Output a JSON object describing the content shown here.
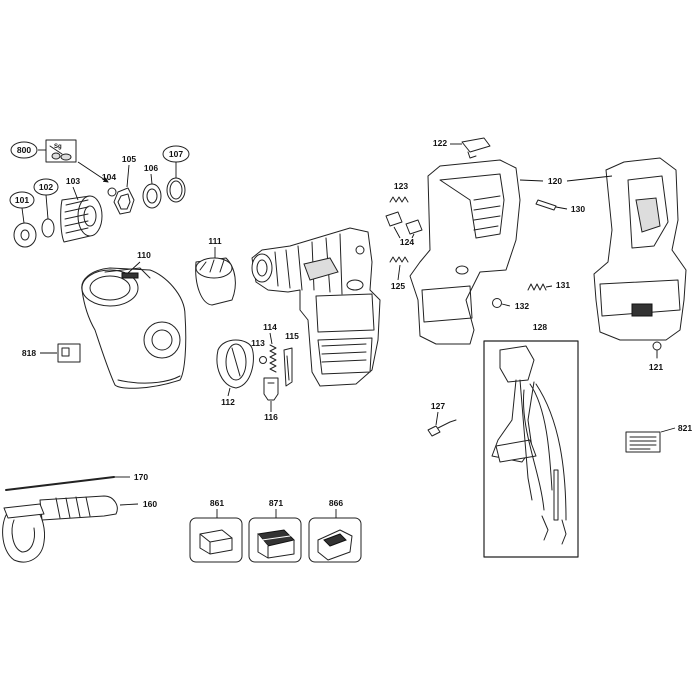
{
  "labels": {
    "p800": "800",
    "p101": "101",
    "p102": "102",
    "p103": "103",
    "p104": "104",
    "p105": "105",
    "p106": "106",
    "p107": "107",
    "p110": "110",
    "p111": "111",
    "p112": "112",
    "p113": "113",
    "p114": "114",
    "p115": "115",
    "p116": "116",
    "p120": "120",
    "p121": "121",
    "p122": "122",
    "p123": "123",
    "p124": "124",
    "p125": "125",
    "p127": "127",
    "p128": "128",
    "p130": "130",
    "p131": "131",
    "p132": "132",
    "p160": "160",
    "p170": "170",
    "p818": "818",
    "p821": "821",
    "p861": "861",
    "p866": "866",
    "p871": "871"
  },
  "grease_mark": "Sg"
}
